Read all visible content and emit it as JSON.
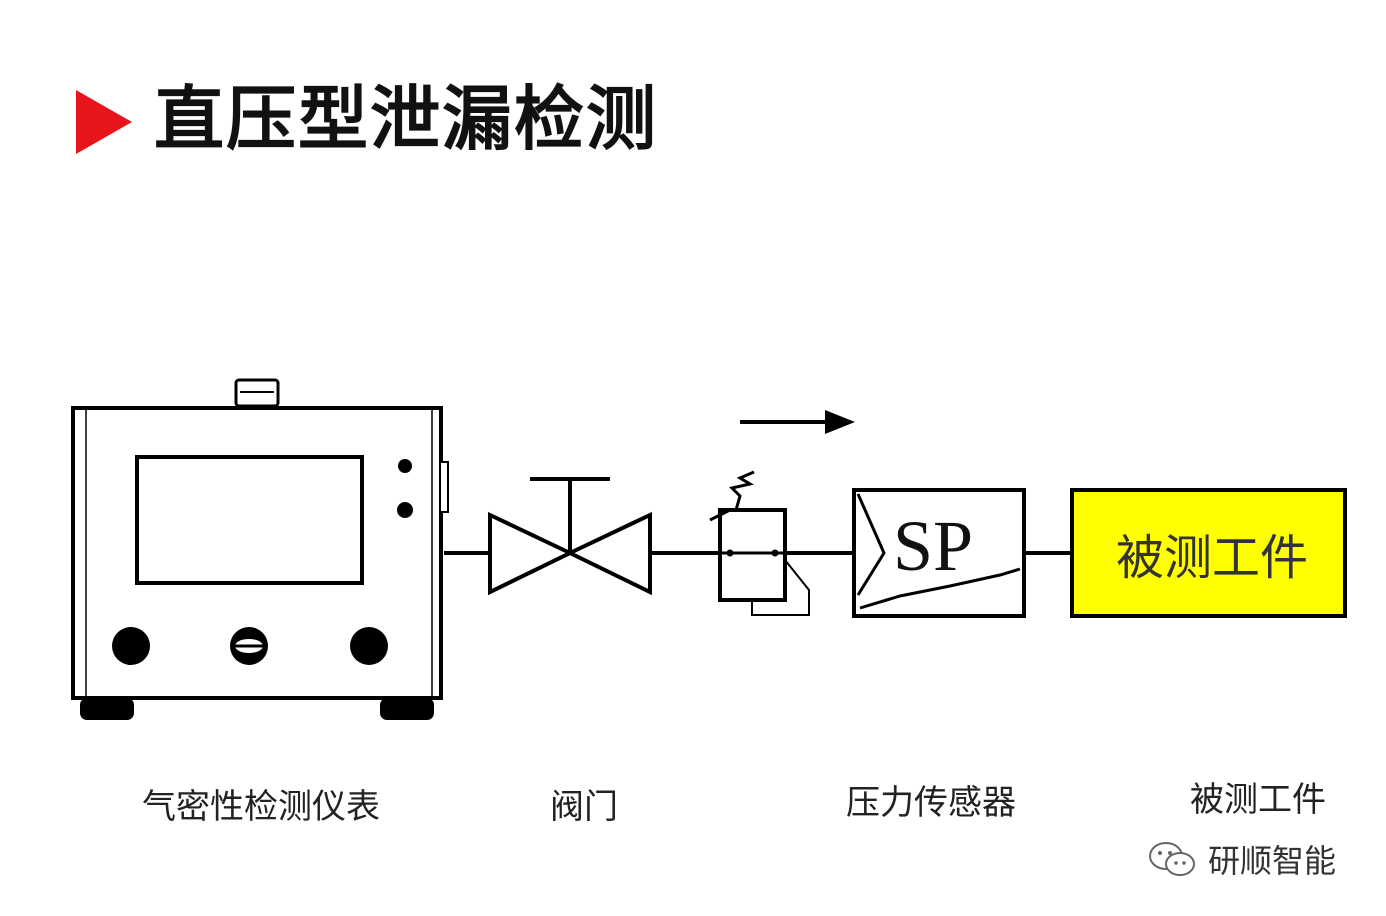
{
  "title": "直压型泄漏检测",
  "colors": {
    "marker": "#e8141b",
    "workpiece_fill": "#ffff00",
    "line": "#000000"
  },
  "sensor_label": "SP",
  "workpiece_label": "被测工件",
  "captions": {
    "instrument": "气密性检测仪表",
    "valve": "阀门",
    "sensor": "压力传感器",
    "workpiece": "被测工件"
  },
  "watermark": {
    "icon": "wechat-icon",
    "text": "研顺智能"
  }
}
